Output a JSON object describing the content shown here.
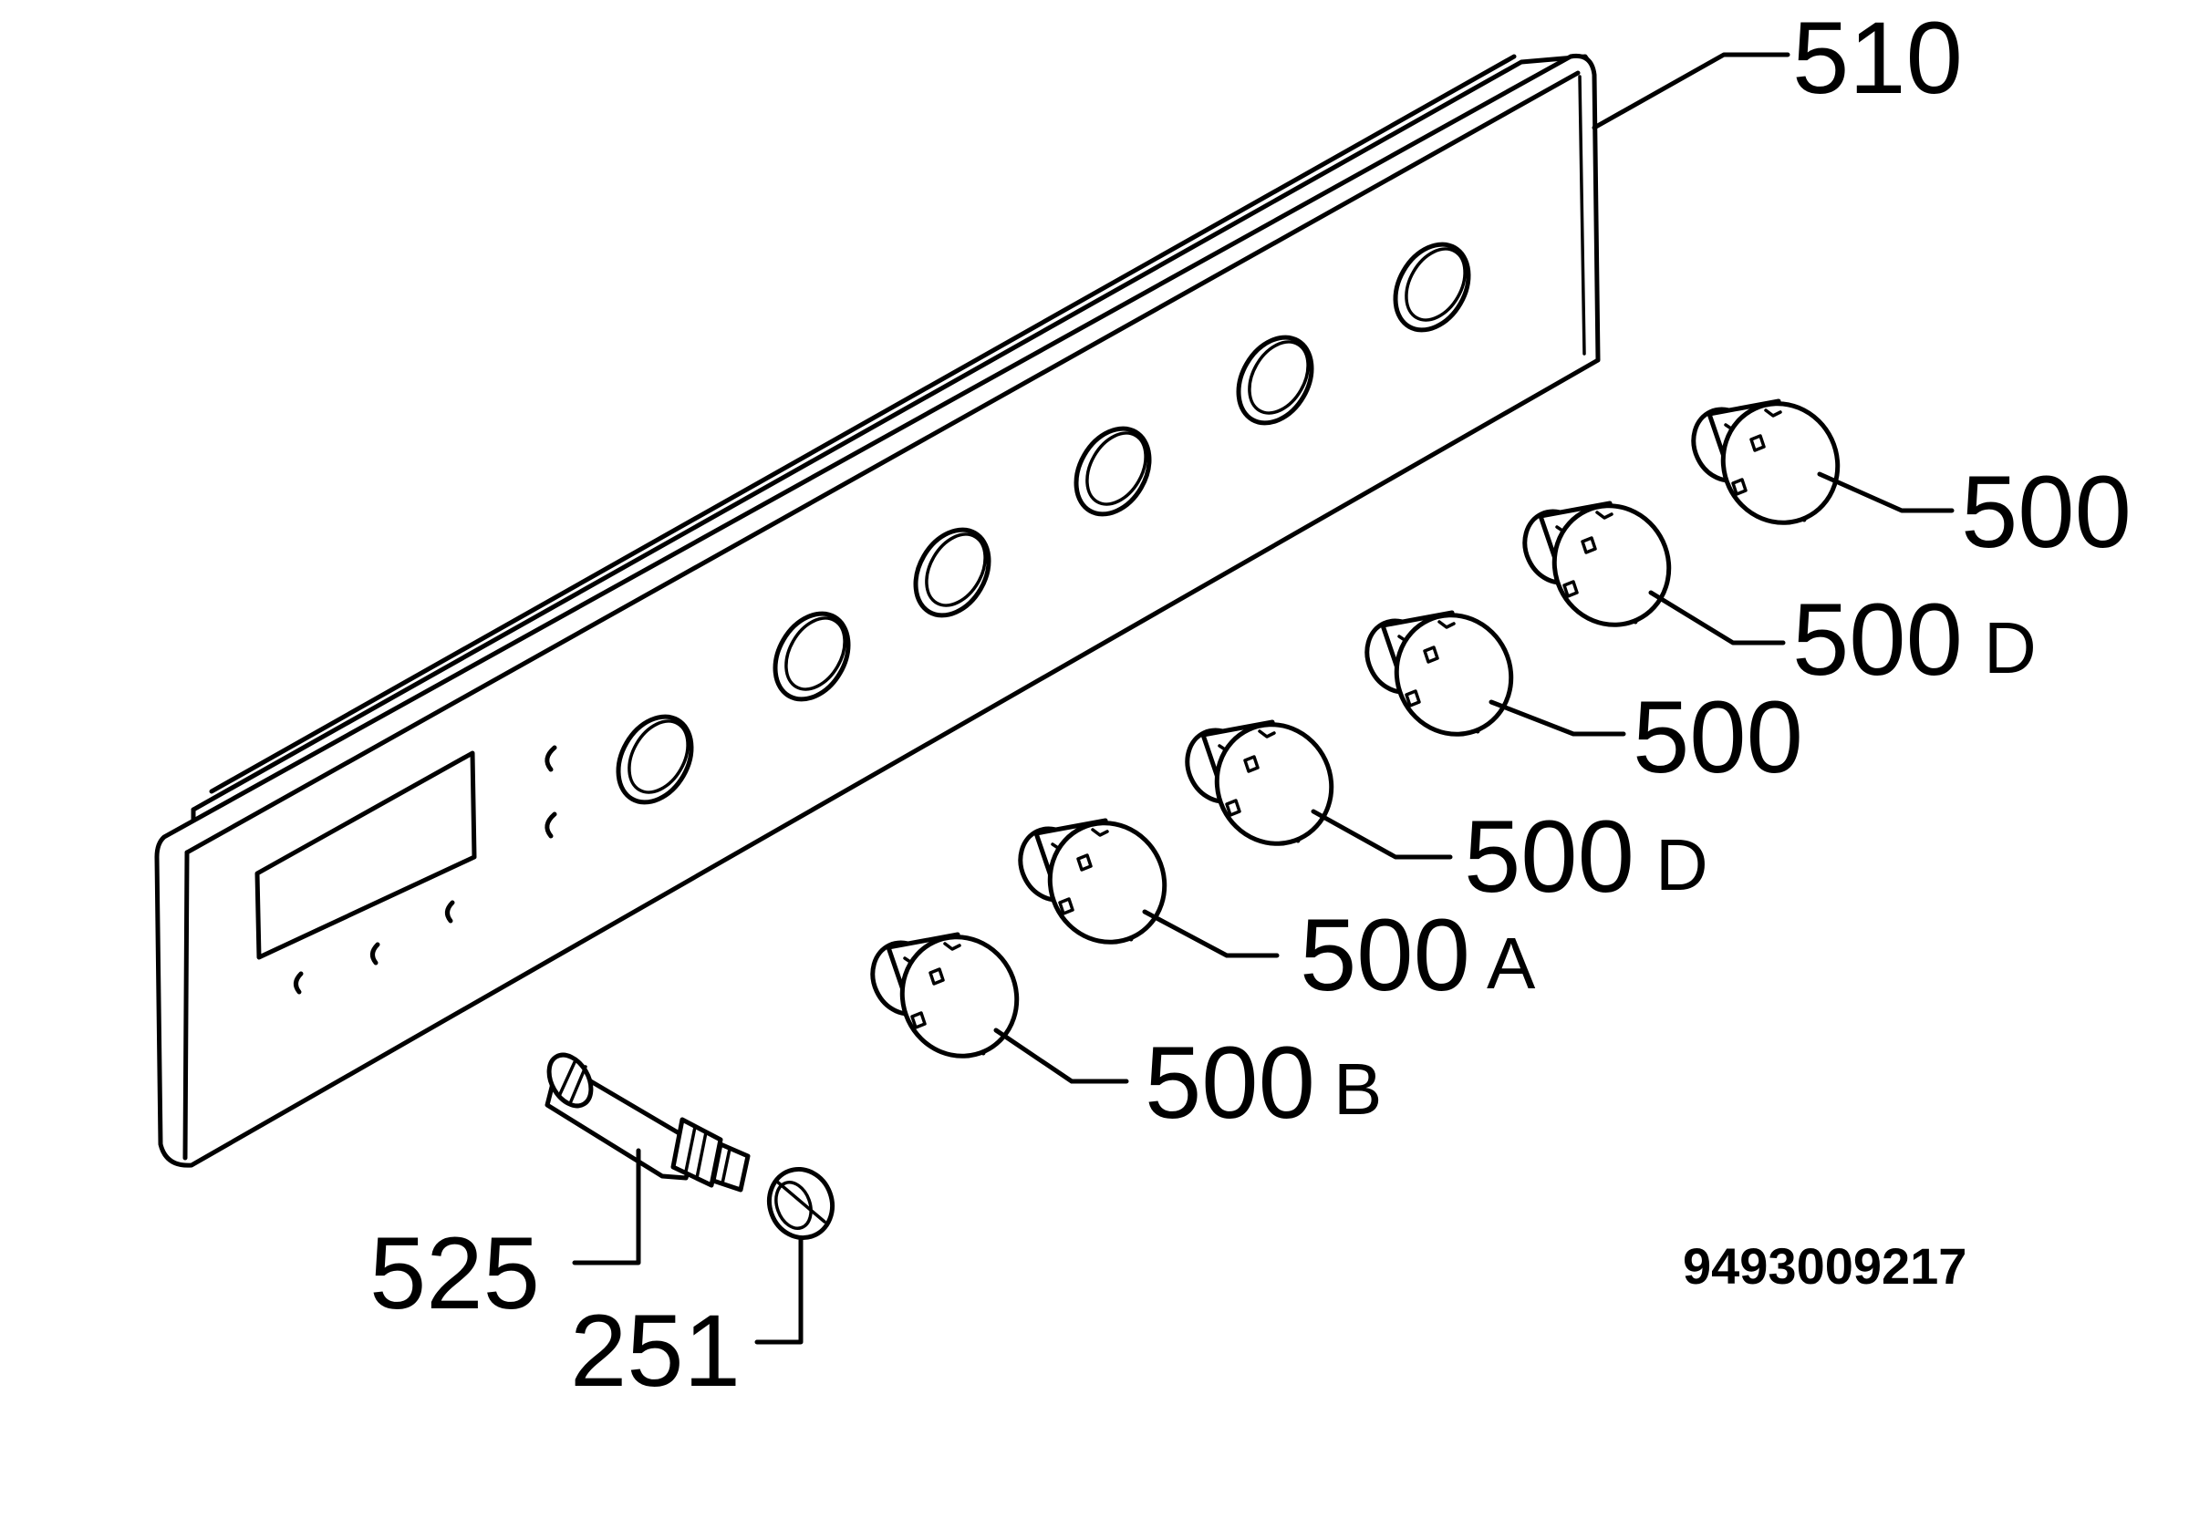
{
  "diagram": {
    "labels": {
      "panel": "510",
      "knob_1": "500",
      "knob_2_num": "500",
      "knob_2_suffix": "D",
      "knob_3": "500",
      "knob_4_num": "500",
      "knob_4_suffix": "D",
      "knob_5_num": "500",
      "knob_5_suffix": "A",
      "knob_6_num": "500",
      "knob_6_suffix": "B",
      "shaft": "525",
      "cap": "251"
    },
    "drawing_code": "9493009217"
  }
}
